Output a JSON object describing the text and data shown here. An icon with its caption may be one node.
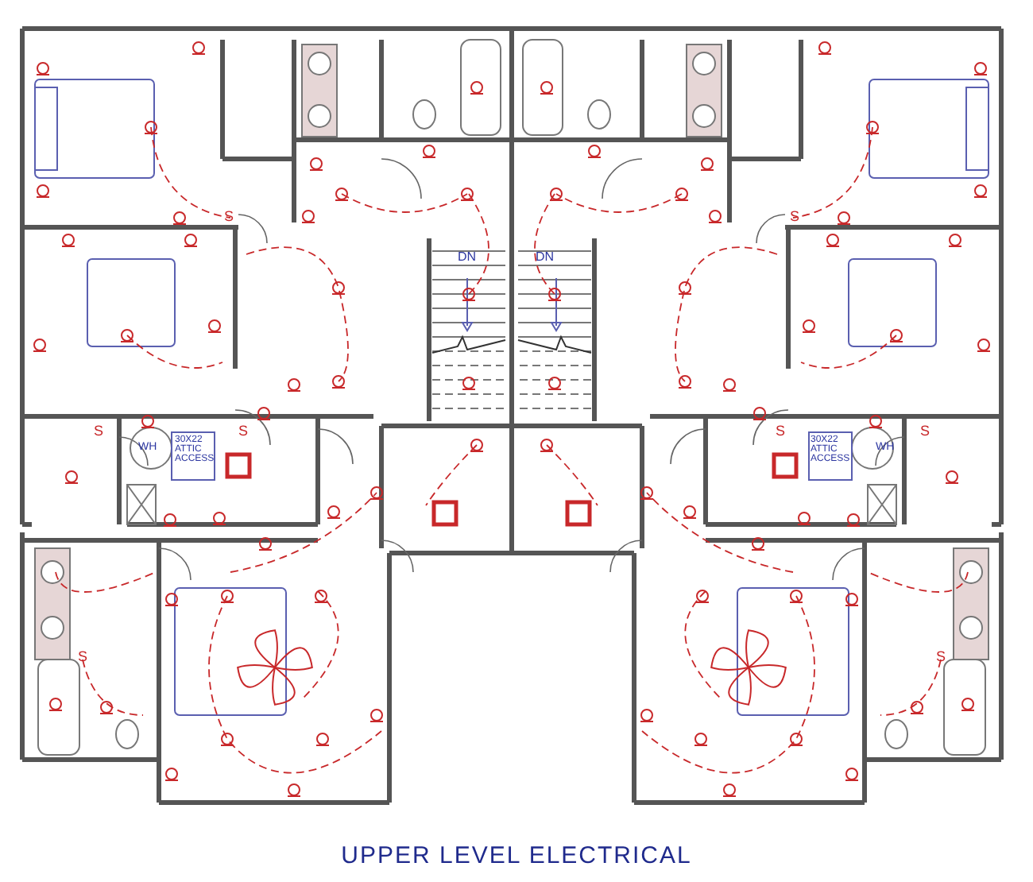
{
  "diagram": {
    "title": "UPPER LEVEL ELECTRICAL",
    "labels": [
      "S",
      "S",
      "DN",
      "DN",
      "S",
      "WH",
      "30X22 ATTIC ACCESS",
      "S",
      "S",
      "30X22 ATTIC ACCESS",
      "WH",
      "S",
      "S",
      "S"
    ]
  }
}
